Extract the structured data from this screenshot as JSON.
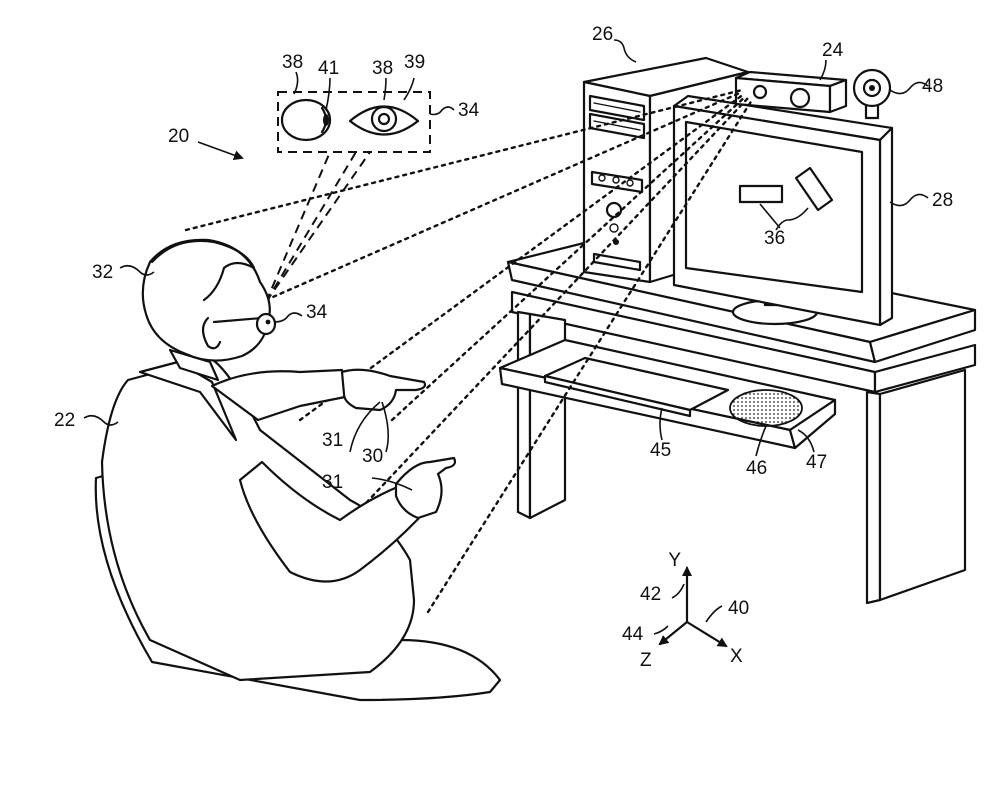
{
  "labels": {
    "system": "20",
    "user": "22",
    "sensor": "24",
    "computer": "26",
    "display": "28",
    "gaze": "30",
    "hand": "31",
    "hand_b": "31",
    "head": "32",
    "eye_region": "34",
    "eye_region_b": "34",
    "item": "36",
    "pupil": "38",
    "pupil_b": "38",
    "iris": "39",
    "axis_origin": "40",
    "axis_y": "42",
    "axis_z": "44",
    "keyboard": "45",
    "mouse_pad": "46",
    "tray": "47",
    "webcam": "48",
    "glint": "41"
  },
  "axes": {
    "x": "X",
    "y": "Y",
    "z": "Z"
  }
}
